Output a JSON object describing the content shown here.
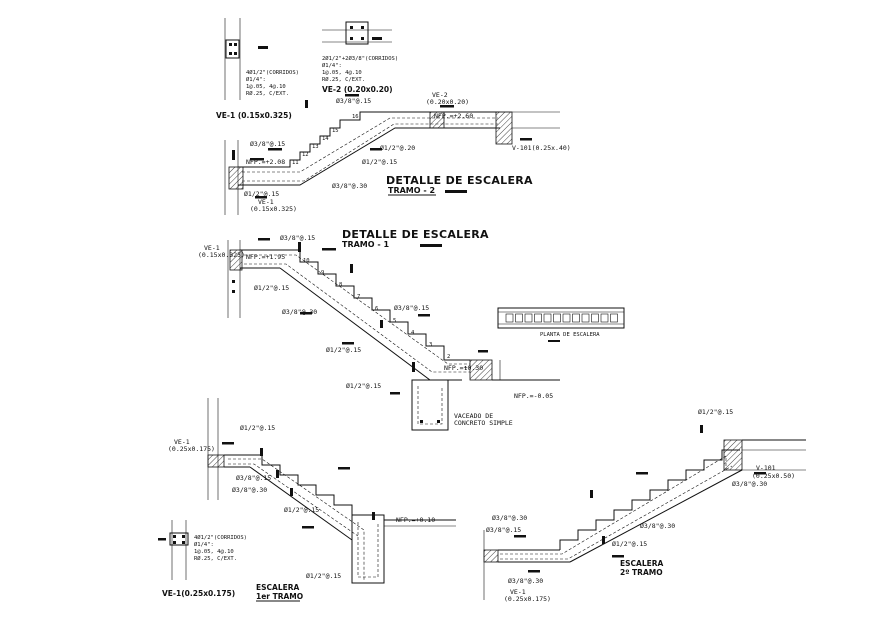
{
  "titles": {
    "detalle_1": "DETALLE DE ESCALERA",
    "tramo_2": "TRAMO - 2",
    "detalle_2": "DETALLE DE ESCALERA",
    "tramo_1": "TRAMO - 1",
    "escalera_1": "ESCALERA",
    "escalera_1_sub": "1er TRAMO",
    "escalera_2": "ESCALERA",
    "escalera_2_sub": "2º TRAMO"
  },
  "sections": {
    "ve1_top_title": "VE-1 (0.15x0.325)",
    "ve1_top_l1": "4Ø1/2\"(CORRIDOS)",
    "ve1_top_l2": "Ø1/4\":",
    "ve1_top_l3": "1@.05, 4@.10",
    "ve1_top_l4": "RØ.25, C/EXT.",
    "ve2_title": "VE-2 (0.20x0.20)",
    "ve2_l1": "2Ø1/2\"+2Ø3/8\"(CORRIDOS)",
    "ve2_l2": "Ø1/4\":",
    "ve2_l3": "1@.05, 4@.10",
    "ve2_l4": "RØ.25, C/EXT.",
    "ve1_bot_title": "VE-1(0.25x0.175)",
    "ve1_bot_l1": "4Ø1/2\"(CORRIDOS)",
    "ve1_bot_l2": "Ø1/4\":",
    "ve1_bot_l3": "1@.05, 4@.10",
    "ve1_bot_l4": "RØ.25, C/EXT."
  },
  "tramo2": {
    "bar_top": "Ø3/8\"@.15",
    "ve2": "VE-2",
    "ve2_dim": "(0.20x0.20)",
    "nfp_top": "NFP.=+2.60",
    "bar_left": "Ø3/8\"@.15",
    "nfp_mid": "NFP.=+2.08",
    "bar_mid1": "Ø1/2\"@.20",
    "bar_mid2": "Ø1/2\"@.15",
    "bar_low1": "Ø1/2\"@.15",
    "bar_low2": "Ø3/8\"@.30",
    "ve1": "VE-1",
    "ve1_dim": "(0.15x0.325)",
    "v101": "V-101(0.25x.40)",
    "steps": [
      "11",
      "12",
      "13",
      "14",
      "15",
      "16"
    ]
  },
  "tramo1": {
    "ve1": "VE-1",
    "ve1_dim": "(0.15x0.325)",
    "bar_top": "Ø3/8\"@.15",
    "nfp_top": "NFP.=+1.95",
    "bar_a": "Ø1/2\"@.15",
    "bar_b": "Ø3/8\"@.30",
    "bar_c": "Ø1/2\"@.15",
    "bar_d": "Ø3/8\"@.15",
    "bar_e": "Ø1/2\"@.15",
    "nfp_low": "NFP.=+0.30",
    "nfp_low2": "NFP.=-0.05",
    "vaciado_1": "VACEADO DE",
    "vaciado_2": "CONCRETO SIMPLE",
    "steps": [
      "10",
      "9",
      "8",
      "7",
      "6",
      "5",
      "4",
      "3",
      "2",
      "1"
    ]
  },
  "bottom_left": {
    "ve1": "VE-1",
    "ve1_dim": "(0.25x0.175)",
    "bar_top": "Ø1/2\"@.15",
    "bar_a": "Ø3/8\"@.15",
    "bar_b": "Ø3/8\"@.30",
    "bar_c": "Ø1/2\"@.15",
    "bar_d": "Ø1/2\"@.15",
    "nfp": "NFP.=+0.10"
  },
  "bottom_right": {
    "bar_top": "Ø1/2\"@.15",
    "v101": "V-101",
    "v101_dim": "(0.25x0.50)",
    "bar_a": "Ø3/8\"@.30",
    "bar_b": "Ø3/8\"@.30",
    "bar_c": "Ø3/8\"@.30",
    "bar_d": "Ø3/8\"@.15",
    "bar_e": "Ø1/2\"@.15",
    "bar_f": "Ø3/8\"@.30",
    "ve1": "VE-1",
    "ve1_dim": "(0.25x0.175)"
  },
  "legend_box": {
    "caption": "PLANTA DE ESCALERA"
  }
}
